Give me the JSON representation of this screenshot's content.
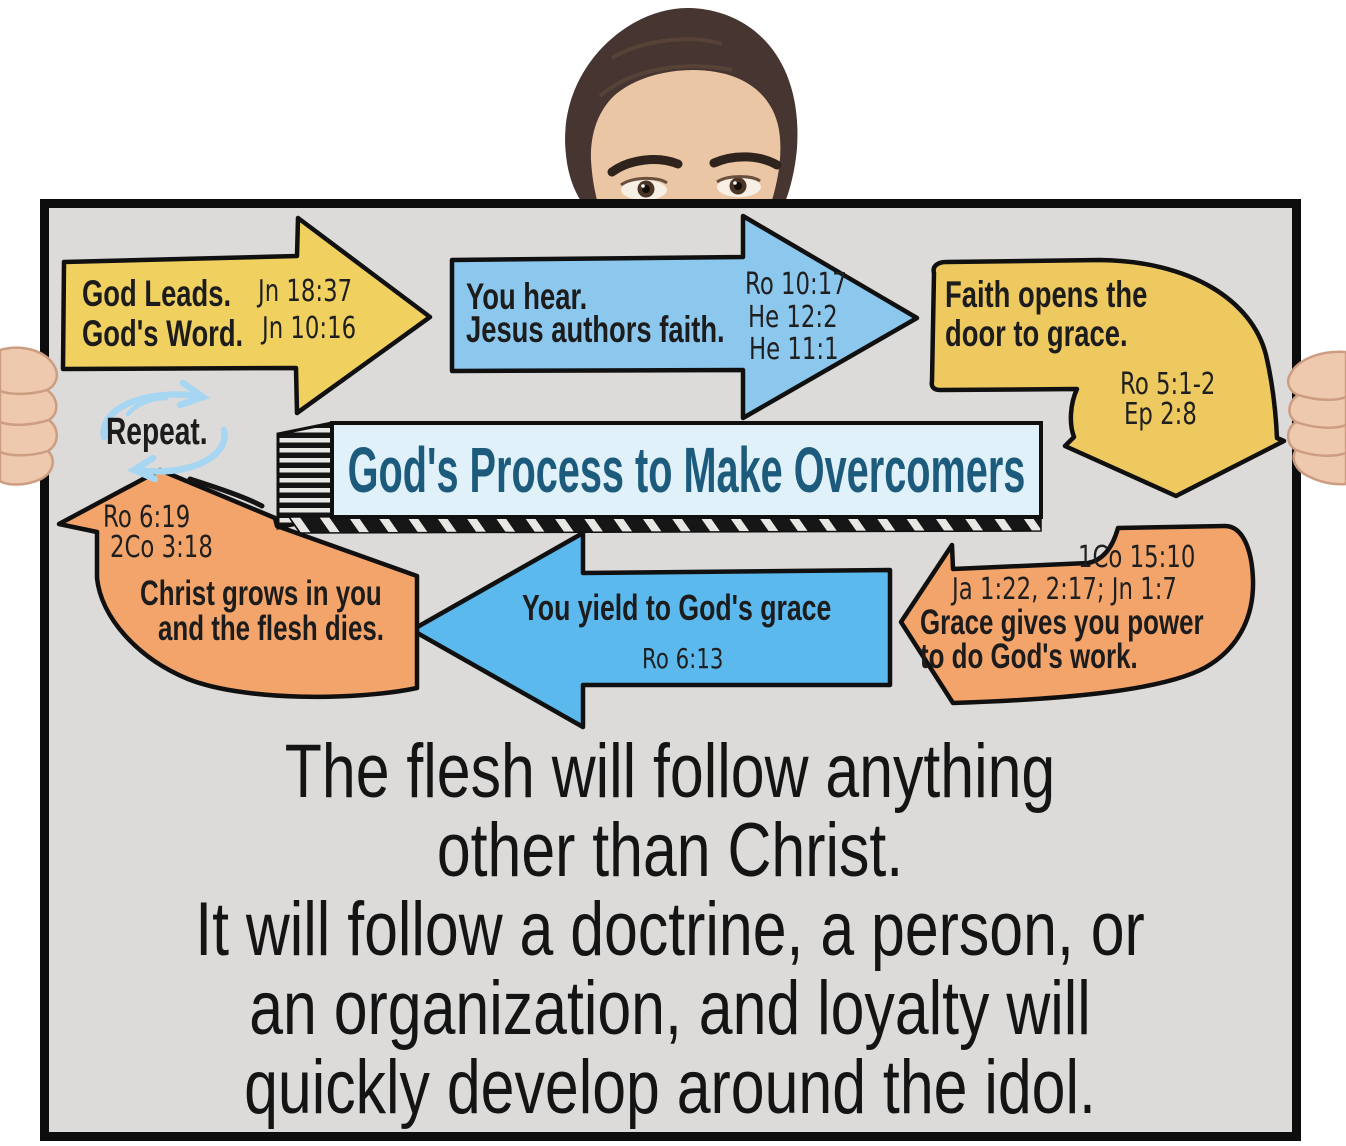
{
  "poster": {
    "banner_title": "God's Process to Make Overcomers",
    "repeat_label": "Repeat.",
    "arrows": {
      "god_leads": {
        "line1": "God Leads.",
        "line2": "God's Word.",
        "ref1": "Jn 18:37",
        "ref2": "Jn 10:16"
      },
      "you_hear": {
        "line1": "You hear.",
        "line2": "Jesus authors faith.",
        "ref1": "Ro 10:17",
        "ref2": "He 12:2",
        "ref3": "He 11:1"
      },
      "faith_opens": {
        "line1": "Faith opens the",
        "line2": "door to grace.",
        "ref1": "Ro 5:1-2",
        "ref2": "Ep 2:8"
      },
      "grace_gives": {
        "ref1": "1Co 15:10",
        "ref2": "Ja 1:22, 2:17; Jn 1:7",
        "line1": "Grace gives you power",
        "line2": "to do God's work."
      },
      "you_yield": {
        "line1": "You yield to God's grace",
        "ref1": "Ro 6:13"
      },
      "christ_grows": {
        "ref1": "Ro 6:19",
        "ref2": "2Co 3:18",
        "line1": "Christ grows in you",
        "line2": "and the flesh dies."
      }
    },
    "bottom_text": {
      "line1": "The flesh will follow anything",
      "line2": "other than Christ.",
      "line3": "It will follow a doctrine, a person, or",
      "line4": "an organization, and loyalty will",
      "line5": "quickly develop around the idol."
    },
    "colors": {
      "board_background": "#dcdbd9",
      "yellow_arrow": "#f0d160",
      "light_blue_arrow": "#8cc7ee",
      "blue_arrow": "#5bb9ee",
      "orange_arrow": "#f3a46a",
      "banner_background": "#e0f1f9",
      "banner_text": "#1d5b7d",
      "repeat_icon": "#a7d6f3"
    }
  }
}
